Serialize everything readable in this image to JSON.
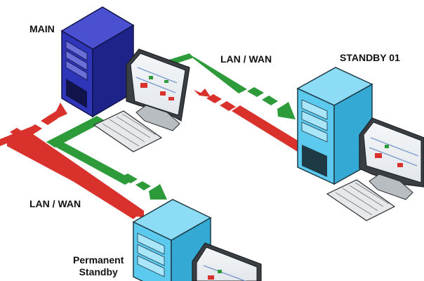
{
  "diagram": {
    "labels": {
      "main": "MAIN",
      "lan_wan_top": "LAN / WAN",
      "standby_01": "STANDBY 01",
      "lan_wan_bottom": "LAN / WAN",
      "permanent": "Permanent",
      "standby": "Standby"
    },
    "nodes": [
      {
        "id": "main",
        "label": "MAIN",
        "tower_color": "#2f35b8"
      },
      {
        "id": "standby-01",
        "label": "STANDBY 01",
        "tower_color": "#5cc9ee"
      },
      {
        "id": "permanent-standby",
        "label": "Permanent Standby",
        "tower_color": "#5cc9ee"
      }
    ],
    "links": [
      {
        "from": "main",
        "to": "standby-01",
        "color": "#2e9b3b",
        "network": "LAN / WAN"
      },
      {
        "from": "standby-01",
        "to": "main",
        "color": "#d9312c",
        "network": "LAN / WAN"
      },
      {
        "from": "main",
        "to": "permanent-standby",
        "color": "#2e9b3b",
        "network": "LAN / WAN"
      },
      {
        "from": "permanent-standby",
        "to": "main",
        "color": "#d9312c",
        "network": "LAN / WAN"
      }
    ],
    "colors": {
      "sync_arrow": "#2e9b3b",
      "return_arrow": "#d9312c",
      "main_server": "#2f35b8",
      "standby_server": "#5cc9ee"
    }
  }
}
